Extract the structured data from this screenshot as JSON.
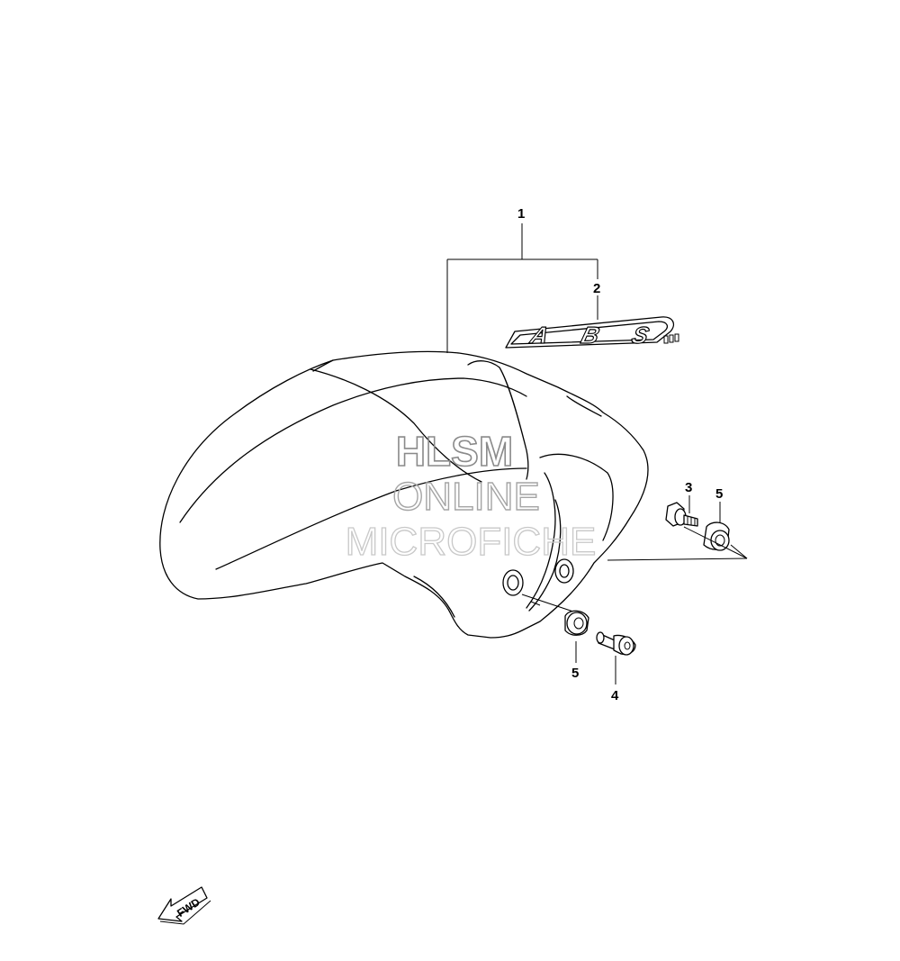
{
  "callouts": {
    "c1": "1",
    "c2": "2",
    "c3": "3",
    "c4": "4",
    "c5a": "5",
    "c5b": "5"
  },
  "emblem": {
    "text": "ABS"
  },
  "watermark": {
    "line1": "HLSM",
    "line2": "ONLINE",
    "line3": "MICROFICHE"
  },
  "direction_marker": {
    "label": "FWD"
  },
  "colors": {
    "line": "#000000",
    "background": "#ffffff",
    "watermark": "#8a8a8a"
  }
}
